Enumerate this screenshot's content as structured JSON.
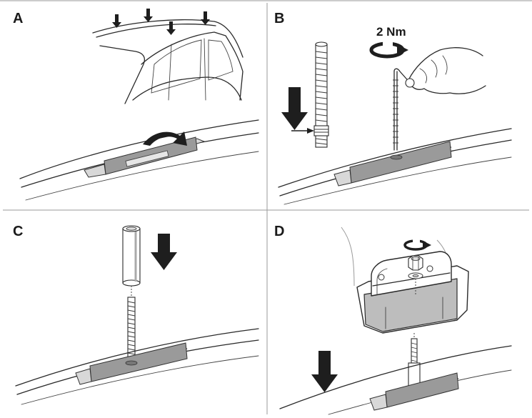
{
  "figure": {
    "panels": [
      {
        "id": "A",
        "letter": "A",
        "caption_icons": [
          "roof-arrows",
          "slot-cover-open"
        ]
      },
      {
        "id": "B",
        "letter": "B",
        "torque_label": "2 Nm"
      },
      {
        "id": "C",
        "letter": "C"
      },
      {
        "id": "D",
        "letter": "D"
      }
    ],
    "colors": {
      "ink": "#1e1e1e",
      "plate_face": "#9a9a9a",
      "plate_top": "#d8d8d8",
      "divider": "#9a9a9a",
      "background": "#ffffff"
    }
  }
}
